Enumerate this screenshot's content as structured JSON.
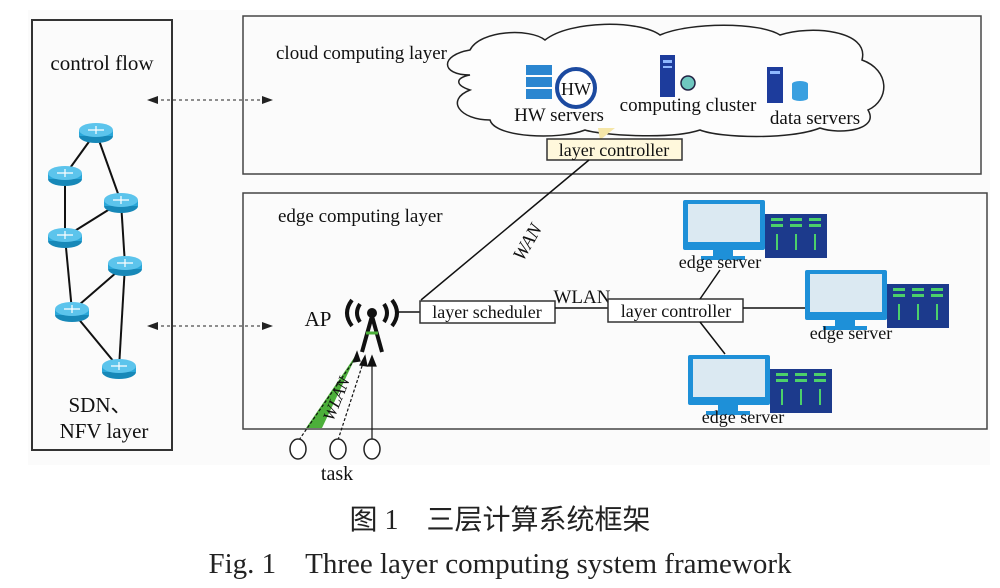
{
  "left_panel": {
    "title": "control flow",
    "footer_line1": "SDN、",
    "footer_line2": "NFV layer"
  },
  "cloud_layer": {
    "title": "cloud computing layer",
    "hw_badge": "HW",
    "hw_servers": "HW servers",
    "computing_cluster": "computing cluster",
    "data_servers": "data servers",
    "controller": "layer controller"
  },
  "edge_layer": {
    "title": "edge computing layer",
    "wan": "WAN",
    "wlan_link": "WLAN",
    "wlan_task": "WLAN",
    "ap": "AP",
    "scheduler": "layer scheduler",
    "controller": "layer controller",
    "edge_servers": [
      "edge server",
      "edge server",
      "edge server"
    ],
    "task": "task"
  },
  "caption": {
    "zh": "图 1　三层计算系统框架",
    "en": "Fig. 1　Three layer computing system framework"
  },
  "colors": {
    "router": "#2aa7d9",
    "monitor": "#1e90d8",
    "rack": "#1c3a8c",
    "rack_led": "#4cd06a",
    "wlan_beam": "#4caf3a",
    "controller_fill": "#fff8dc"
  }
}
